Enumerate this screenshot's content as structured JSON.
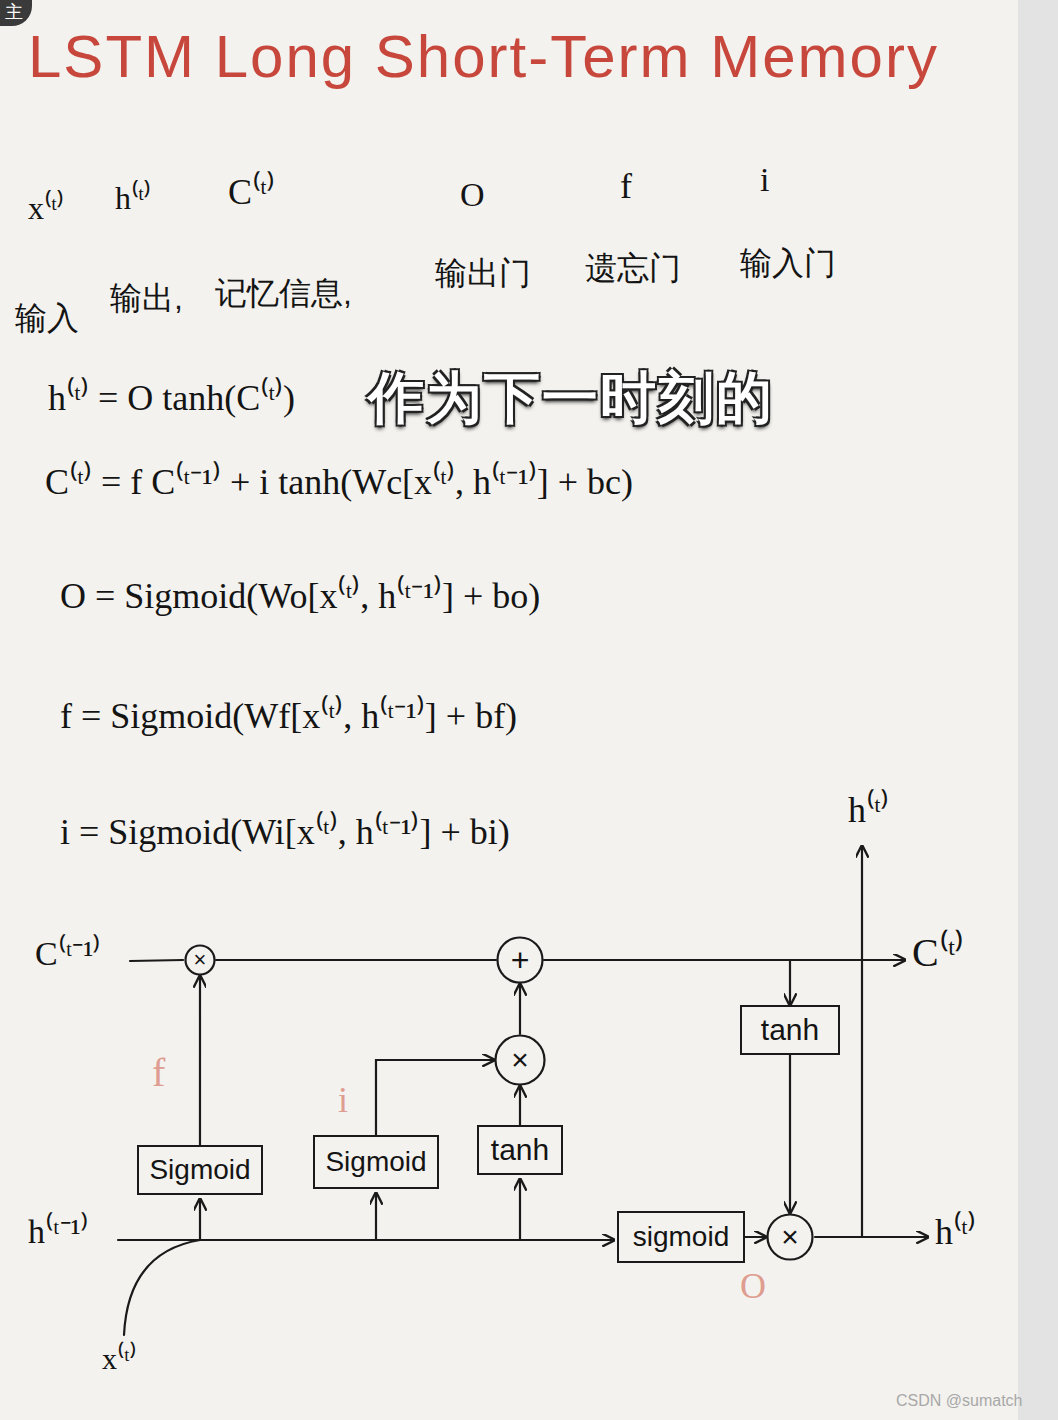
{
  "diagram": {
    "title": "LSTM Long Short-Term Memory",
    "nodes": [
      {
        "text": [
          "×"
        ]
      },
      {
        "text": [
          "+"
        ]
      },
      {
        "text": [
          "tanh"
        ]
      },
      {
        "text": [
          "×"
        ]
      },
      {
        "text": [
          "Sigmoid"
        ]
      },
      {
        "text": [
          "Sigmoid"
        ]
      },
      {
        "text": [
          "tanh"
        ]
      },
      {
        "text": [
          "sigmoid"
        ]
      },
      {
        "text": [
          "×"
        ]
      }
    ],
    "edges": [
      {
        "from": 4,
        "to": 0,
        "arrow": "to"
      },
      {
        "from": 0,
        "to": 1,
        "arrow": "none"
      },
      {
        "from": 5,
        "to": 3,
        "arrow": "to"
      },
      {
        "from": 6,
        "to": 3,
        "arrow": "to"
      },
      {
        "from": 3,
        "to": 1,
        "arrow": "to"
      },
      {
        "from": 1,
        "to": 2,
        "arrow": "to"
      },
      {
        "from": 2,
        "to": 8,
        "arrow": "to"
      },
      {
        "from": 7,
        "to": 8,
        "arrow": "to"
      }
    ],
    "labels": [
      "主",
      "x⁽ᵗ⁾",
      "h⁽ᵗ⁾",
      "C⁽ᵗ⁾",
      "O",
      "f",
      "i",
      "输入",
      "输出,",
      "记忆信息,",
      "输出门",
      "遗忘门",
      "输入门",
      "h⁽ᵗ⁾ = O tanh(C⁽ᵗ⁾)",
      "作为下一时刻的",
      "C⁽ᵗ⁾ = f C⁽ᵗ⁻¹⁾ + i tanh(Wc[x⁽ᵗ⁾, h⁽ᵗ⁻¹⁾] + bc)",
      "O = Sigmoid(Wo[x⁽ᵗ⁾, h⁽ᵗ⁻¹⁾] + bo)",
      "f = Sigmoid(Wf[x⁽ᵗ⁾, h⁽ᵗ⁻¹⁾] + bf)",
      "i = Sigmoid(Wi[x⁽ᵗ⁾, h⁽ᵗ⁻¹⁾] + bi)",
      "h⁽ᵗ⁾",
      "C⁽ᵗ⁻¹⁾",
      "C⁽ᵗ⁾",
      "f",
      "i",
      "h⁽ᵗ⁻¹⁾",
      "O",
      "h⁽ᵗ⁾",
      "x⁽ᵗ⁾",
      "CSDN @sumatch"
    ]
  }
}
